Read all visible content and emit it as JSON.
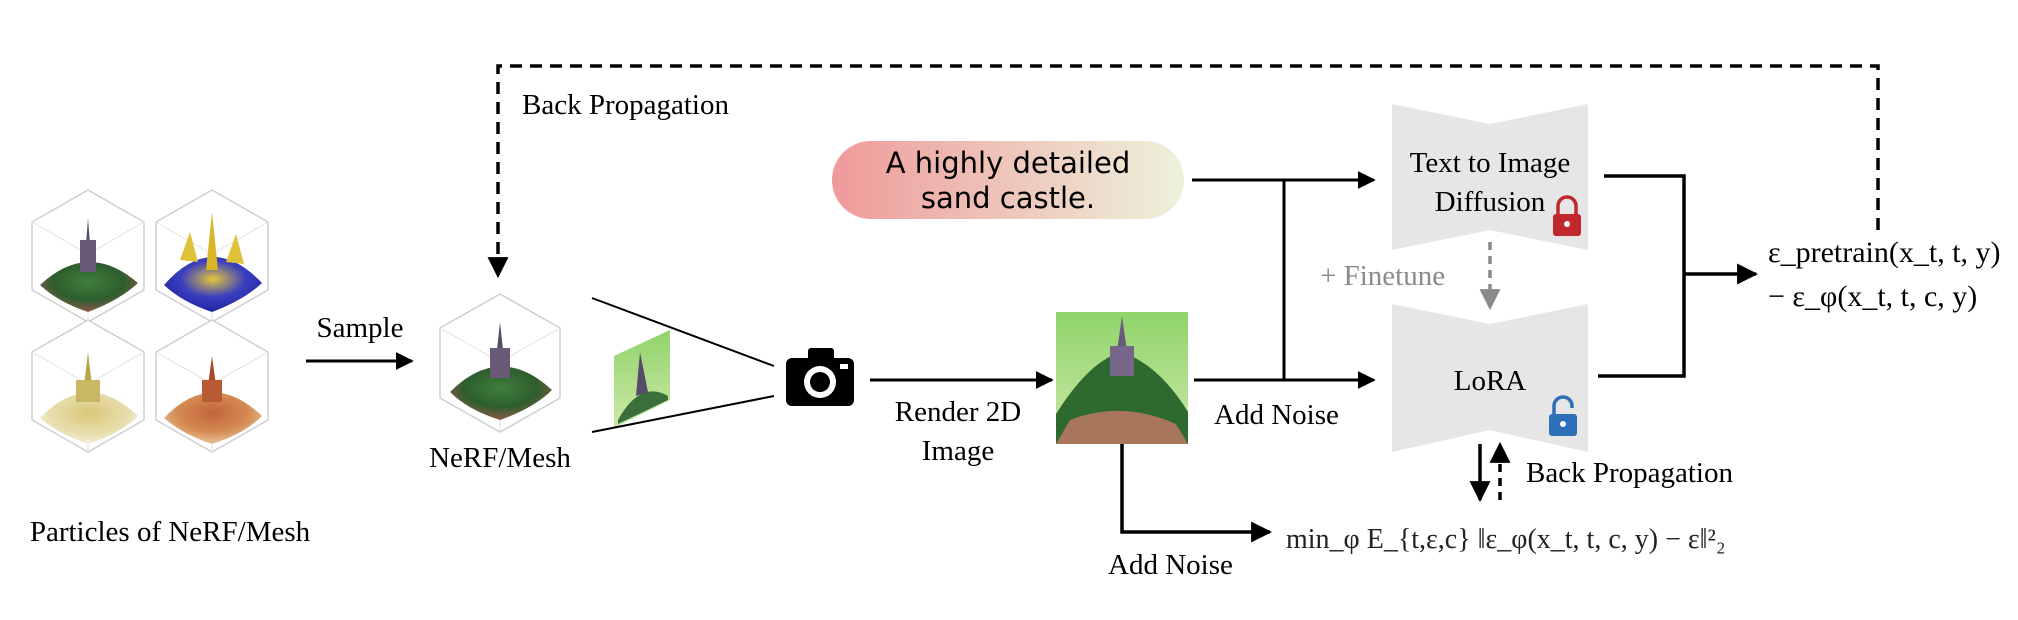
{
  "labels": {
    "particles": "Particles of NeRF/Mesh",
    "sample": "Sample",
    "nerf_mesh": "NeRF/Mesh",
    "back_propagation_top": "Back Propagation",
    "render_2d_line1": "Render 2D",
    "render_2d_line2": "Image",
    "add_noise_top": "Add Noise",
    "add_noise_bottom": "Add Noise",
    "finetune": "+ Finetune",
    "back_propagation_lora": "Back Propagation"
  },
  "prompt": {
    "line1": "A highly detailed",
    "line2": "sand castle."
  },
  "models": {
    "text_to_image_line1": "Text to Image",
    "text_to_image_line2": "Diffusion",
    "lora": "LoRA"
  },
  "formulas": {
    "vsd_line1": "ε_pretrain(x_t, t, y)",
    "vsd_line2": "− ε_φ(x_t, t, c, y)",
    "lora_loss": "min_φ E_{t,ε,c} ‖ε_φ(x_t, t, c, y) − ε‖²₂"
  },
  "icons": {
    "camera": "camera-icon",
    "lock_closed": "lock-closed-icon",
    "lock_open": "lock-open-icon"
  },
  "colors": {
    "lock_red": "#c0282d",
    "lock_blue": "#2f6fb8",
    "model_fill": "#e6e6e6",
    "prompt_left": "#ef9a9a",
    "prompt_right": "#edf2dc",
    "finetune_gray": "#8a8a8a"
  }
}
